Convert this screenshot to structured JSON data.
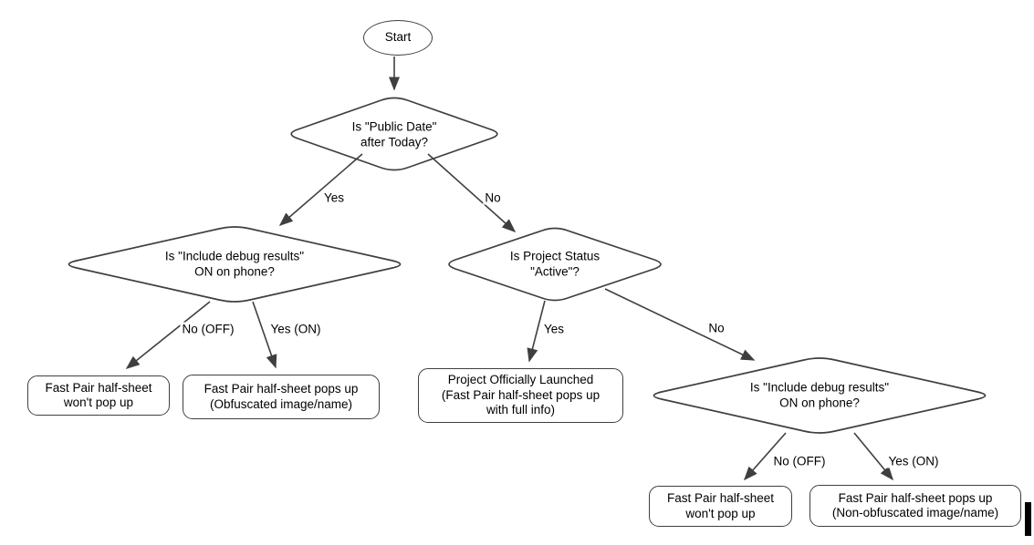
{
  "flowchart": {
    "colors": {
      "stroke": "#3f3f3f",
      "text": "#000000",
      "node_fill": "#ffffff"
    },
    "nodes": {
      "start": {
        "lines": [
          "Start"
        ]
      },
      "decision_public_date": {
        "lines": [
          "Is \"Public Date\"",
          "after Today?"
        ]
      },
      "decision_debug_left": {
        "lines": [
          "Is \"Include debug results\"",
          "ON on phone?"
        ]
      },
      "decision_project_status": {
        "lines": [
          "Is Project Status",
          "\"Active\"?"
        ]
      },
      "decision_debug_right": {
        "lines": [
          "Is \"Include debug results\"",
          "ON on phone?"
        ]
      },
      "result_no_popup_left": {
        "lines": [
          "Fast Pair half-sheet",
          "won't pop up"
        ]
      },
      "result_obfuscated": {
        "lines": [
          "Fast Pair half-sheet pops up",
          "(Obfuscated image/name)"
        ]
      },
      "result_launched": {
        "lines": [
          "Project Officially Launched",
          "(Fast Pair half-sheet pops up",
          "with full info)"
        ]
      },
      "result_no_popup_right": {
        "lines": [
          "Fast Pair half-sheet",
          "won't pop up"
        ]
      },
      "result_non_obfuscated": {
        "lines": [
          "Fast Pair half-sheet pops up",
          "(Non-obfuscated image/name)"
        ]
      }
    },
    "edge_labels": {
      "public_date_yes": "Yes",
      "public_date_no": "No",
      "debug_left_no": "No (OFF)",
      "debug_left_yes": "Yes (ON)",
      "project_status_yes": "Yes",
      "project_status_no": "No",
      "debug_right_no": "No (OFF)",
      "debug_right_yes": "Yes (ON)"
    }
  }
}
